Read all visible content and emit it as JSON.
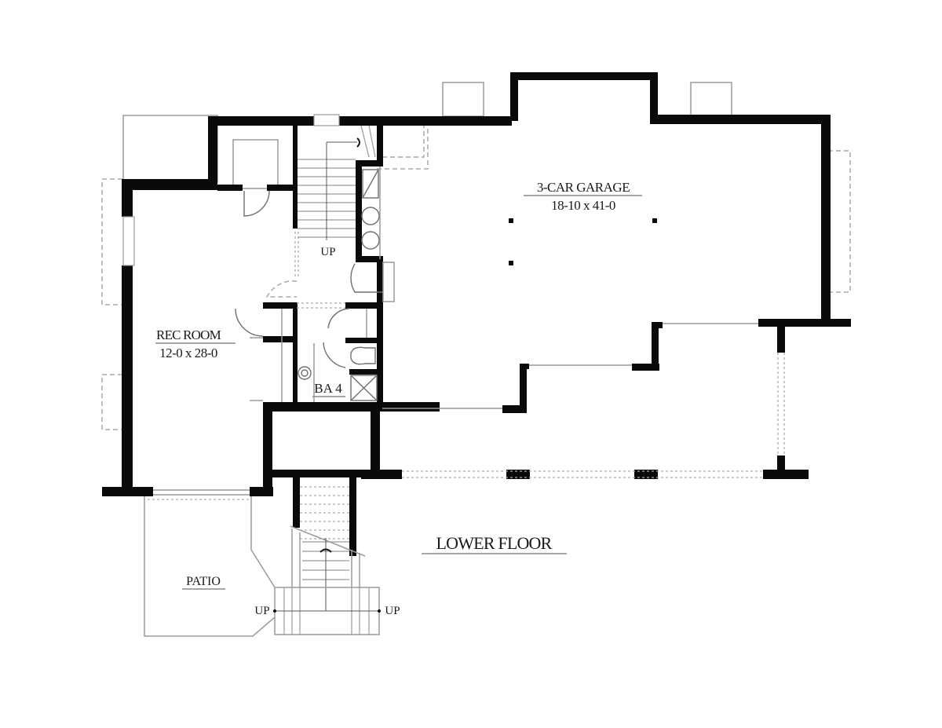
{
  "plan": {
    "title": "LOWER FLOOR",
    "rooms": [
      {
        "id": "garage",
        "name": "3-CAR GARAGE",
        "dimensions": "18-10 x 41-0"
      },
      {
        "id": "rec-room",
        "name": "REC ROOM",
        "dimensions": "12-0 x 28-0"
      },
      {
        "id": "bath",
        "name": "BA 4",
        "dimensions": ""
      },
      {
        "id": "patio",
        "name": "PATIO",
        "dimensions": ""
      }
    ],
    "stair_labels": {
      "interior_up": "UP",
      "exterior_left_up": "UP",
      "exterior_right_up": "UP"
    },
    "colors": {
      "wall": "#0a0a0a",
      "fixture_line": "#9a9a9a",
      "background": "#ffffff"
    }
  }
}
